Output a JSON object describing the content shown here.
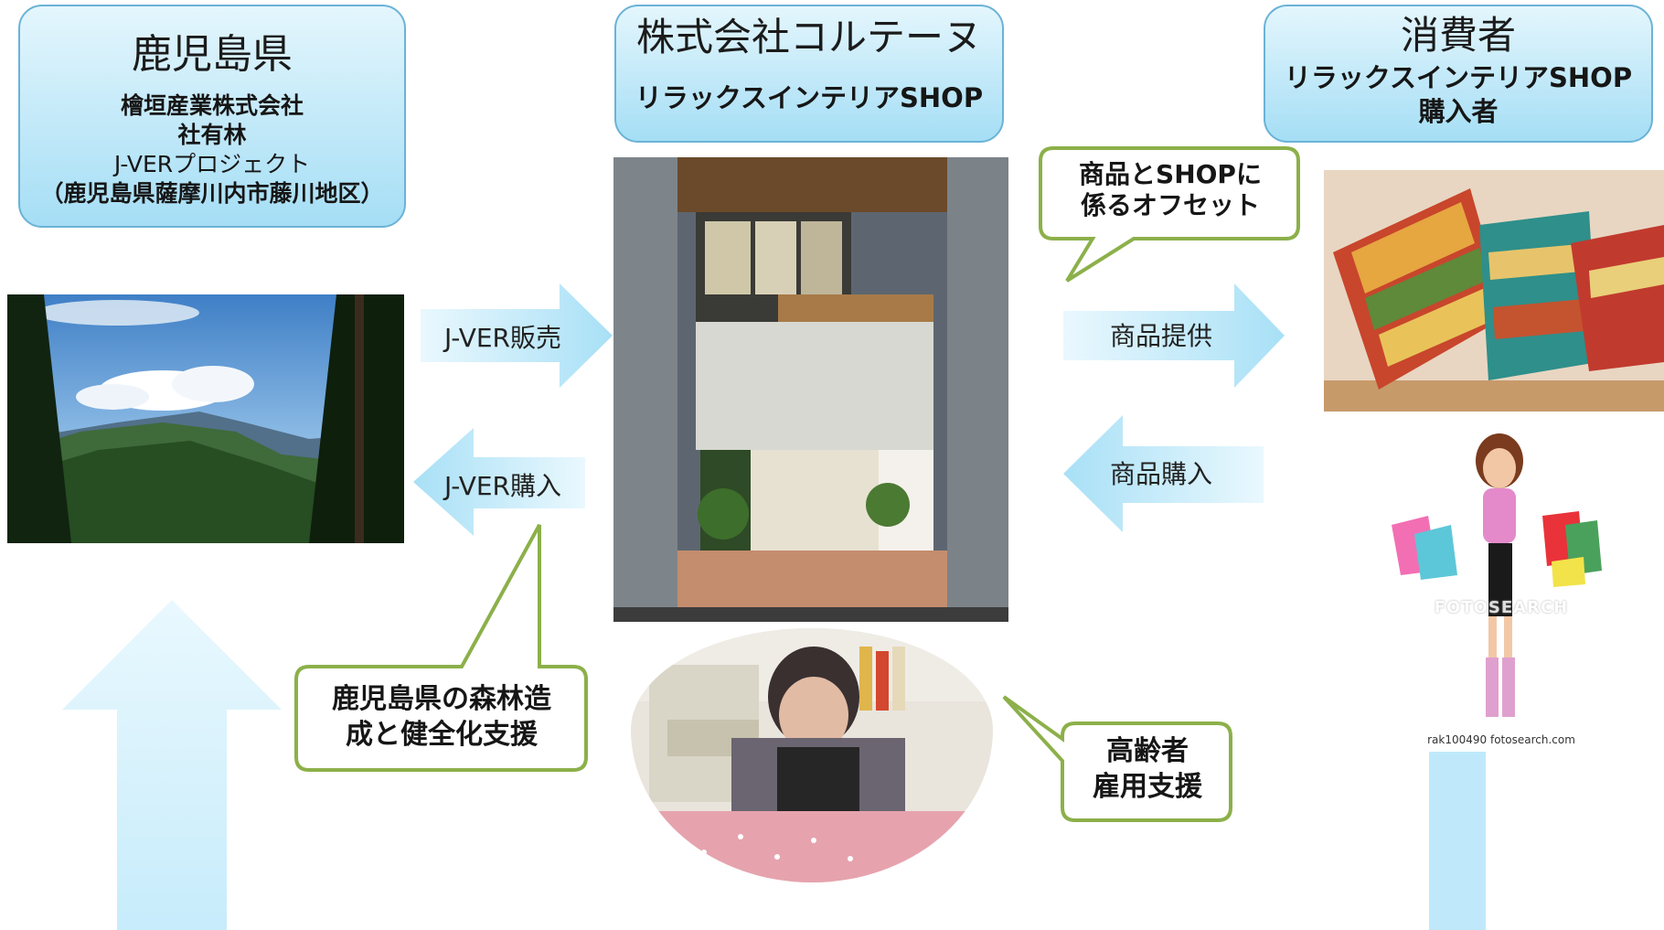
{
  "left_box": {
    "title": "鹿児島県",
    "line1": "檜垣産業株式会社",
    "line2": "社有林",
    "line3": "J-VERプロジェクト",
    "line4": "（鹿児島県薩摩川内市藤川地区）"
  },
  "center_box": {
    "title": "株式会社コルテーヌ",
    "subtitle": "リラックスインテリアSHOP"
  },
  "right_box": {
    "title": "消費者",
    "line1": "リラックスインテリアSHOP",
    "line2": "購入者"
  },
  "arrows": {
    "jver_sale": "J-VER販売",
    "jver_purchase": "J-VER購入",
    "product_supply": "商品提供",
    "product_purchase": "商品購入"
  },
  "callouts": {
    "offset_line1": "商品とSHOPに",
    "offset_line2": "係るオフセット",
    "forest_line1": "鹿児島県の森林造",
    "forest_line2": "成と健全化支援",
    "elderly_line1": "高齢者",
    "elderly_line2": "雇用支援"
  },
  "photo_captions": {
    "watermark": "FOTOSEARCH",
    "credit": "rak100490 fotosearch.com"
  },
  "colors": {
    "box_top": "#e4f6fd",
    "box_bottom": "#a5def5",
    "box_border": "#6bb3d6",
    "callout_border": "#8cb04a",
    "arrow": "#b8e6f8"
  }
}
